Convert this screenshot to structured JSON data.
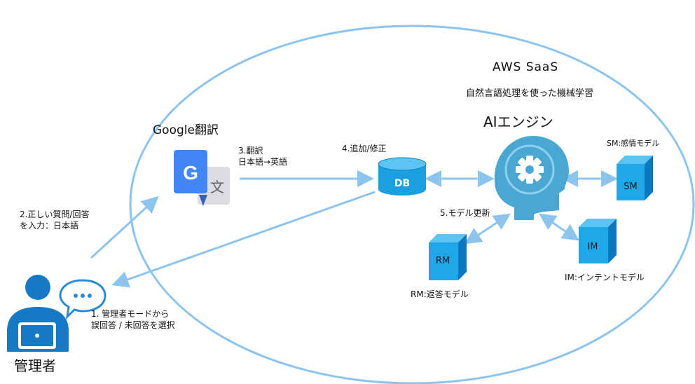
{
  "cloud": {
    "title": "AWS SaaS",
    "subtitle": "自然言語処理を使った機械学習"
  },
  "translate": {
    "title": "Google翻訳",
    "icon": "google-translate-icon",
    "g_letter": "G",
    "kanji": "文"
  },
  "ai_engine": {
    "title": "AIエンジン",
    "icon": "ai-head-gear-icon"
  },
  "db": {
    "label": "DB"
  },
  "models": {
    "sm": {
      "box": "SM",
      "label": "SM:感情モデル"
    },
    "im": {
      "box": "IM",
      "label": "IM:インテントモデル"
    },
    "rm": {
      "box": "RM",
      "label": "RM:返答モデル"
    }
  },
  "admin": {
    "label": "管理者",
    "icon": "admin-laptop-user-icon",
    "bubble_icon": "chat-bubble-icon"
  },
  "steps": {
    "step1": {
      "line1": "1. 管理者モードから",
      "line2": "誤回答 / 未回答を選択"
    },
    "step2": {
      "line1": "2.正しい質問/回答",
      "line2": "を入力：日本語"
    },
    "step3": {
      "line1": "3.翻訳",
      "line2": "日本語→英語"
    },
    "step4": {
      "line1": "4.追加/修正"
    },
    "step5": {
      "line1": "5.モデル更新"
    }
  },
  "colors": {
    "ellipse": "#8cc4ee",
    "arrow": "#8cc4ee",
    "engine": "#4aa7d4",
    "engine_gear": "#ffffff",
    "db_fill": "#1aa0e0",
    "cube_front": "#1ea8ea",
    "cube_top": "#5cc4f2",
    "cube_side": "#0c78c0",
    "admin": "#1679c4",
    "bubble": "#2d8bd6",
    "g_blue": "#4285f4",
    "translate_gray": "#dadce0"
  }
}
